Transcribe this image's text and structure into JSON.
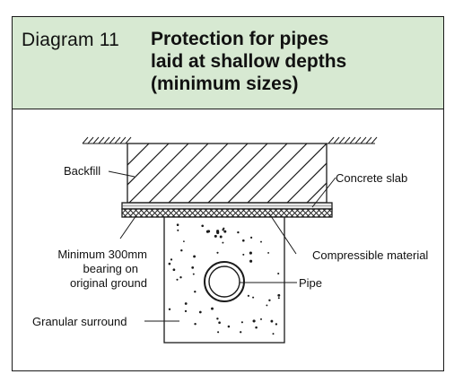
{
  "header": {
    "number": "Diagram 11",
    "title_lines": [
      "Protection for pipes",
      "laid at shallow depths",
      "(minimum sizes)"
    ]
  },
  "labels": {
    "backfill": "Backfill",
    "concrete_slab": "Concrete slab",
    "min_bearing": [
      "Minimum 300mm",
      "bearing on",
      "original ground"
    ],
    "compressible": "Compressible material",
    "pipe": "Pipe",
    "granular": "Granular surround"
  },
  "colors": {
    "header_bg": "#d7e9d2",
    "line": "#1a1a1a"
  }
}
